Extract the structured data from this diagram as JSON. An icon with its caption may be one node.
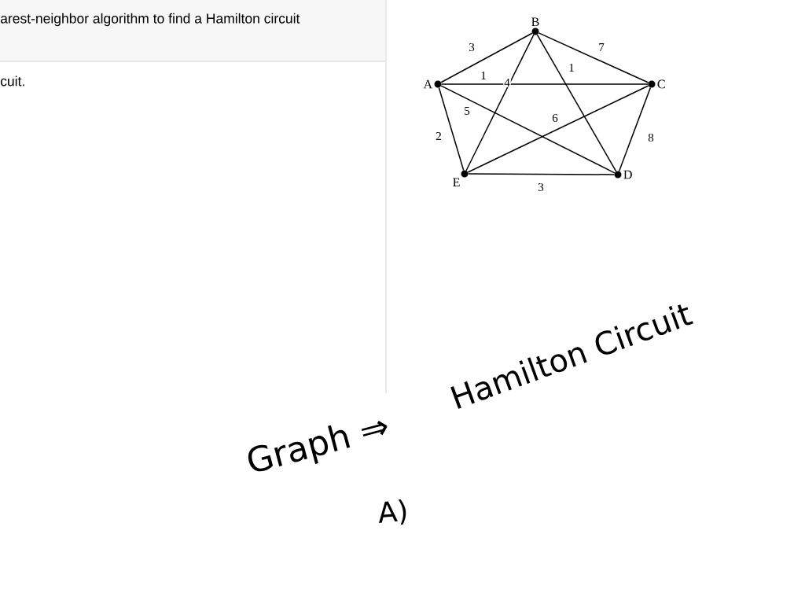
{
  "diagram": {
    "nodes": [
      {
        "text": [
          "A"
        ]
      },
      {
        "text": [
          "B"
        ]
      },
      {
        "text": [
          "C"
        ]
      },
      {
        "text": [
          "D"
        ]
      },
      {
        "text": [
          "E"
        ]
      }
    ],
    "edges": [
      {
        "from": 0,
        "to": 1,
        "arrow": "none",
        "label": "3"
      },
      {
        "from": 1,
        "to": 2,
        "arrow": "none",
        "label": "7"
      },
      {
        "from": 0,
        "to": 2,
        "arrow": "none",
        "label": "1"
      },
      {
        "from": 1,
        "to": 4,
        "arrow": "none",
        "label": "4"
      },
      {
        "from": 1,
        "to": 3,
        "arrow": "none",
        "label": "1"
      },
      {
        "from": 0,
        "to": 3,
        "arrow": "none",
        "label": "5"
      },
      {
        "from": 4,
        "to": 2,
        "arrow": "none",
        "label": "6"
      },
      {
        "from": 0,
        "to": 4,
        "arrow": "none",
        "label": "2"
      },
      {
        "from": 2,
        "to": 3,
        "arrow": "none",
        "label": "8"
      },
      {
        "from": 4,
        "to": 3,
        "arrow": "none",
        "label": "3"
      }
    ],
    "labels": [
      "arest-neighbor algorithm to find a Hamilton circuit",
      "cuit.",
      "Hamilton Circuit",
      "Graph ⇒",
      "A)"
    ]
  }
}
